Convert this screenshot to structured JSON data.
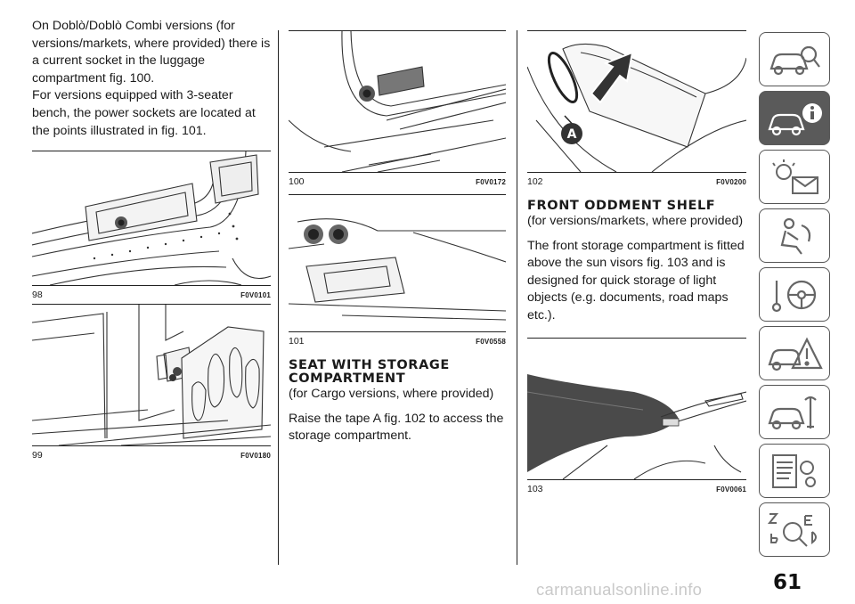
{
  "col1": {
    "paragraph1": "On Doblò/Doblò Combi versions (for versions/markets, where provided) there is a current socket in the luggage compartment fig. 100.",
    "paragraph2": "For versions equipped with 3-seater bench, the power sockets are located at the points illustrated in fig. 101."
  },
  "figures": {
    "fig98": {
      "number": "98",
      "code": "F0V0101"
    },
    "fig99": {
      "number": "99",
      "code": "F0V0180"
    },
    "fig100": {
      "number": "100",
      "code": "F0V0172"
    },
    "fig101": {
      "number": "101",
      "code": "F0V0558"
    },
    "fig102": {
      "number": "102",
      "code": "F0V0200",
      "callout": "A"
    },
    "fig103": {
      "number": "103",
      "code": "F0V0061"
    }
  },
  "seat_section": {
    "title": "SEAT WITH STORAGE COMPARTMENT",
    "subtitle": "(for Cargo versions, where provided)",
    "body": "Raise the tape A fig. 102 to access the storage compartment."
  },
  "front_section": {
    "title": "FRONT ODDMENT SHELF",
    "subtitle": "(for versions/markets, where provided)",
    "body": "The front storage compartment is fitted above the sun visors fig. 103 and is designed for quick storage of light objects (e.g. documents, road maps etc.)."
  },
  "side_tabs": [
    {
      "name": "car-search-icon",
      "active": false
    },
    {
      "name": "car-info-icon",
      "active": true
    },
    {
      "name": "warning-light-icon",
      "active": false
    },
    {
      "name": "airbag-seat-icon",
      "active": false
    },
    {
      "name": "key-steering-icon",
      "active": false
    },
    {
      "name": "breakdown-triangle-icon",
      "active": false
    },
    {
      "name": "car-service-icon",
      "active": false
    },
    {
      "name": "specs-gear-icon",
      "active": false
    },
    {
      "name": "alphabet-index-icon",
      "active": false
    }
  ],
  "page_number": "61",
  "watermark": "carmanualsonline.info",
  "colors": {
    "ink": "#1a1a1a",
    "tab_active": "#5a5a5a",
    "tab_border": "#555555",
    "watermark": "#c9c9c9"
  }
}
